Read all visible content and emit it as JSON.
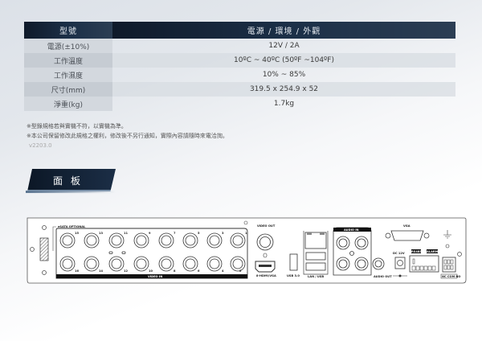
{
  "spec_table": {
    "header": {
      "label": "型號",
      "value": "電源 /  環境 /  外觀"
    },
    "rows": [
      {
        "label": "電源(±10%)",
        "value": "12V / 2A"
      },
      {
        "label": "工作溫度",
        "value": "10ºC ~ 40ºC (50ºF ~104ºF)"
      },
      {
        "label": "工作濕度",
        "value": "10% ~ 85%"
      },
      {
        "label": "尺寸(mm)",
        "value": "319.5 x 254.9 x 52"
      },
      {
        "label": "淨重(kg)",
        "value": "1.7kg"
      }
    ]
  },
  "notes": {
    "line1": "※型錄規格若與實機不符，以實機為準。",
    "line2": "※本公司保留修改此規格之權利，修改後不另行通知，實際內容請隨時來電洽詢。",
    "version": "v2203.0"
  },
  "section": {
    "title": "面板"
  },
  "panel": {
    "labels": {
      "optional": "eSATA OPTIONAL",
      "video_in": "VIDEO IN",
      "video_out": "VIDEO OUT",
      "hdmi": "8-HDMI/VGA",
      "usb": "USB 3.0",
      "lan_usb": "LAN / USB",
      "audio_in": "AUDIO IN",
      "audio_out": "AUDIO OUT",
      "vga": "VGA",
      "dc": "DC 12V",
      "rs485": "RS485",
      "alarm": "ALARM IN",
      "relay": "NC COM NO"
    },
    "top_channels": [
      "15",
      "13",
      "11",
      "9",
      "7",
      "5",
      "3",
      "1"
    ],
    "bottom_channels": [
      "16",
      "14",
      "12",
      "10",
      "8",
      "6",
      "4",
      "2"
    ],
    "audio_channels": [
      "1",
      "3",
      "2",
      "4"
    ]
  }
}
